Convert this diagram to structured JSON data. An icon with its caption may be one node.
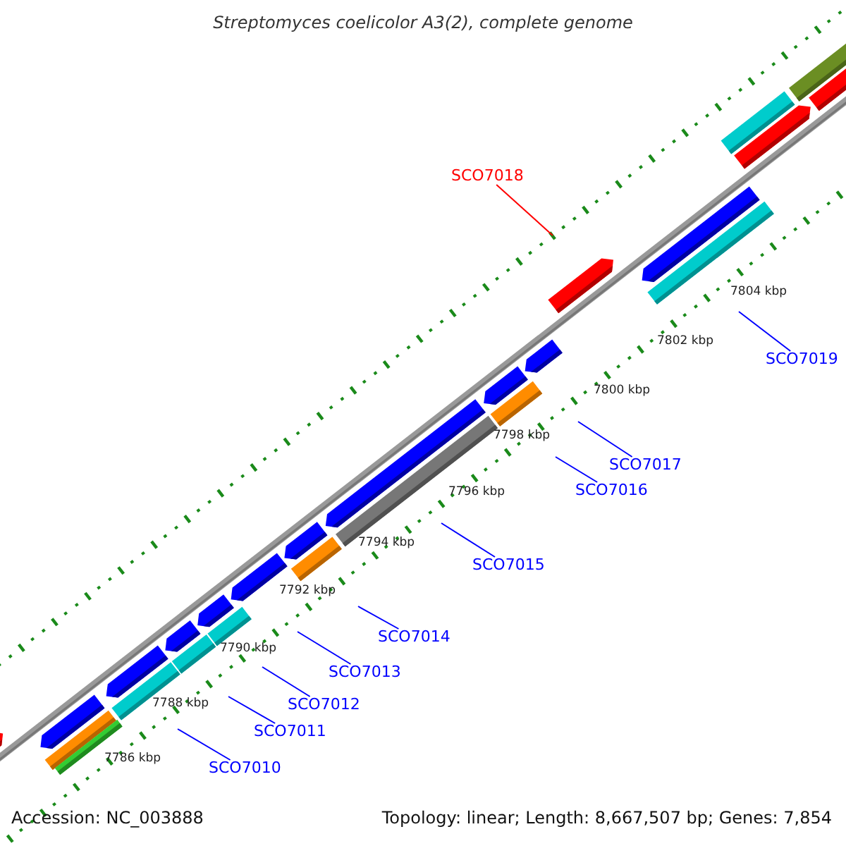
{
  "diagram": {
    "title": "Streptomyces coelicolor A3(2), complete genome",
    "nodes": [
      {
        "text": [
          "SCO7018"
        ]
      },
      {
        "text": [
          "SCO7019"
        ]
      },
      {
        "text": [
          "SCO7017"
        ]
      },
      {
        "text": [
          "SCO7016"
        ]
      },
      {
        "text": [
          "SCO7015"
        ]
      },
      {
        "text": [
          "SCO7014"
        ]
      },
      {
        "text": [
          "SCO7013"
        ]
      },
      {
        "text": [
          "SCO7012"
        ]
      },
      {
        "text": [
          "SCO7011"
        ]
      },
      {
        "text": [
          "SCO7010"
        ]
      }
    ],
    "edges": [
      {
        "from": 0,
        "to": null,
        "arrow": "none",
        "color": "#ff0000"
      },
      {
        "from": 1,
        "to": null,
        "arrow": "none"
      },
      {
        "from": 2,
        "to": null,
        "arrow": "none"
      },
      {
        "from": 3,
        "to": null,
        "arrow": "none"
      },
      {
        "from": 4,
        "to": null,
        "arrow": "none"
      },
      {
        "from": 5,
        "to": null,
        "arrow": "none"
      },
      {
        "from": 6,
        "to": null,
        "arrow": "none"
      },
      {
        "from": 7,
        "to": null,
        "arrow": "none"
      },
      {
        "from": 8,
        "to": null,
        "arrow": "none"
      },
      {
        "from": 9,
        "to": null,
        "arrow": "none"
      }
    ],
    "labels": [
      "7804 kbp",
      "7802 kbp",
      "7800 kbp",
      "7798 kbp",
      "7796 kbp",
      "7794 kbp",
      "7792 kbp",
      "7790 kbp",
      "7788 kbp",
      "7786 kbp",
      "Accession: NC_003888",
      "Topology: linear; Length: 8,667,507 bp; Genes: 7,854"
    ]
  }
}
